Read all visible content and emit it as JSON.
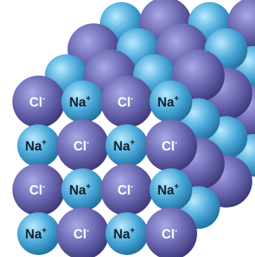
{
  "colors": {
    "cl_light": "#aaa9e6",
    "cl_mid": "#6b68b2",
    "cl_dark": "#3b3777",
    "na_light": "#b9eaff",
    "na_mid": "#4aa8d9",
    "na_dark": "#1e6e9c",
    "background": "#ffffff"
  },
  "front_labels": [
    {
      "ion": "Cl",
      "charge": "-"
    },
    {
      "ion": "Na",
      "charge": "+"
    },
    {
      "ion": "Cl",
      "charge": "-"
    },
    {
      "ion": "Na",
      "charge": "+"
    },
    {
      "ion": "Na",
      "charge": "+"
    },
    {
      "ion": "Cl",
      "charge": "-"
    },
    {
      "ion": "Na",
      "charge": "+"
    },
    {
      "ion": "Cl",
      "charge": "-"
    },
    {
      "ion": "Cl",
      "charge": "-"
    },
    {
      "ion": "Na",
      "charge": "+"
    },
    {
      "ion": "Cl",
      "charge": "-"
    },
    {
      "ion": "Na",
      "charge": "+"
    },
    {
      "ion": "Na",
      "charge": "+"
    },
    {
      "ion": "Cl",
      "charge": "-"
    },
    {
      "ion": "Na",
      "charge": "+"
    },
    {
      "ion": "Cl",
      "charge": "-"
    }
  ]
}
